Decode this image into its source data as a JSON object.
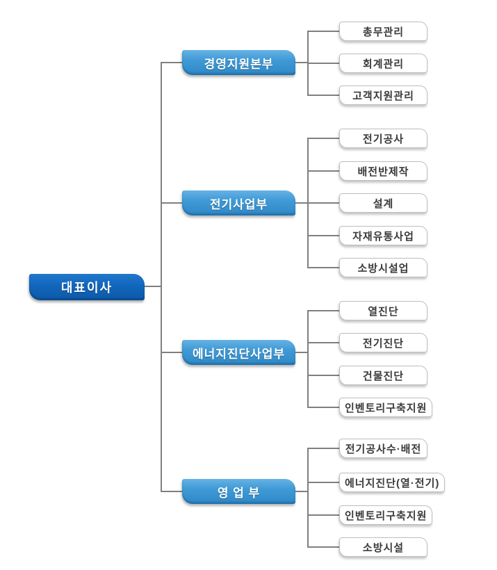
{
  "diagram": {
    "type": "organization-chart",
    "root": {
      "label": "대표이사"
    },
    "departments": [
      {
        "label": "경영지원본부",
        "children": [
          "총무관리",
          "회계관리",
          "고객지원관리"
        ]
      },
      {
        "label": "전기사업부",
        "children": [
          "전기공사",
          "배전반제작",
          "설계",
          "자재유통사업",
          "소방시설업"
        ]
      },
      {
        "label": "에너지진단사업부",
        "children": [
          "열진단",
          "전기진단",
          "건물진단",
          "인벤토리구축지원"
        ]
      },
      {
        "label": "영 업 부",
        "children": [
          "전기공사수·배전",
          "에너지진단(열·전기)",
          "인벤토리구축지원",
          "소방시설"
        ]
      }
    ],
    "colors": {
      "root_box": "#1166bb",
      "department_box": "#3f9ad6",
      "leaf_border": "#bdbdbd",
      "leaf_text": "#3a3a3a",
      "connector": "#7f7f7f"
    }
  }
}
